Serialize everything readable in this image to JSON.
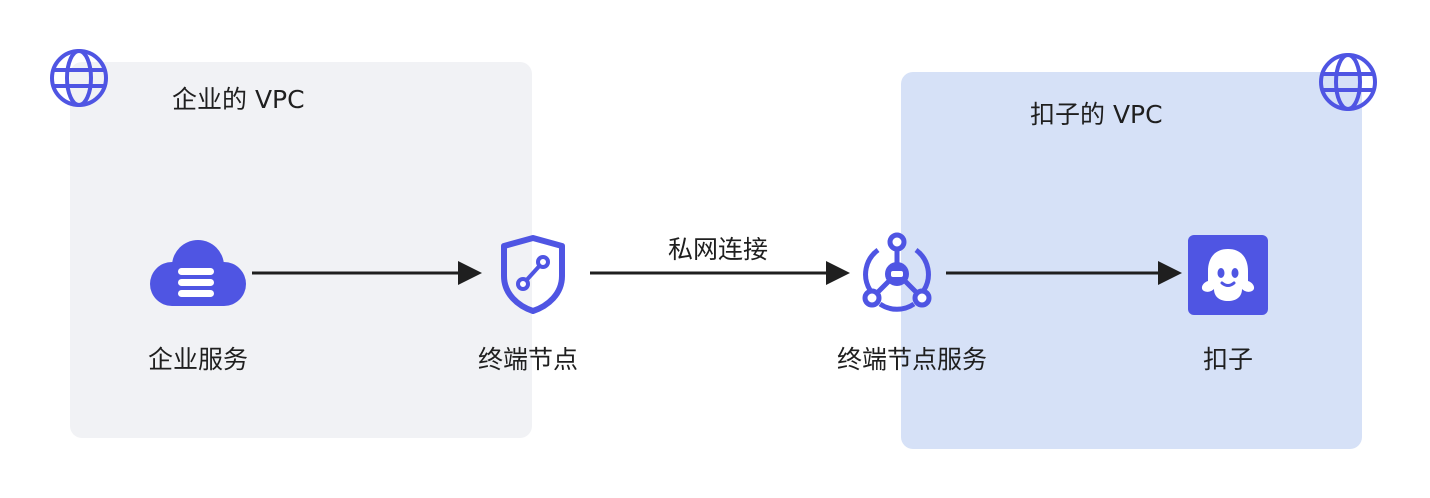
{
  "vpcs": {
    "enterprise": {
      "title": "企业的 VPC"
    },
    "coze": {
      "title": "扣子的 VPC"
    }
  },
  "nodes": {
    "enterprise_service": {
      "label": "企业服务",
      "icon": "cloud-server-icon"
    },
    "endpoint": {
      "label": "终端节点",
      "icon": "shield-link-icon"
    },
    "endpoint_service": {
      "label": "终端节点服务",
      "icon": "hub-icon"
    },
    "coze": {
      "label": "扣子",
      "icon": "ghost-logo-icon"
    }
  },
  "edges": {
    "private_connection": {
      "label": "私网连接"
    }
  },
  "colors": {
    "accent": "#4f55e3",
    "enterprise_vpc_bg": "#f1f2f5",
    "coze_vpc_bg": "#d6e1f7",
    "arrow": "#1f1f1f"
  }
}
